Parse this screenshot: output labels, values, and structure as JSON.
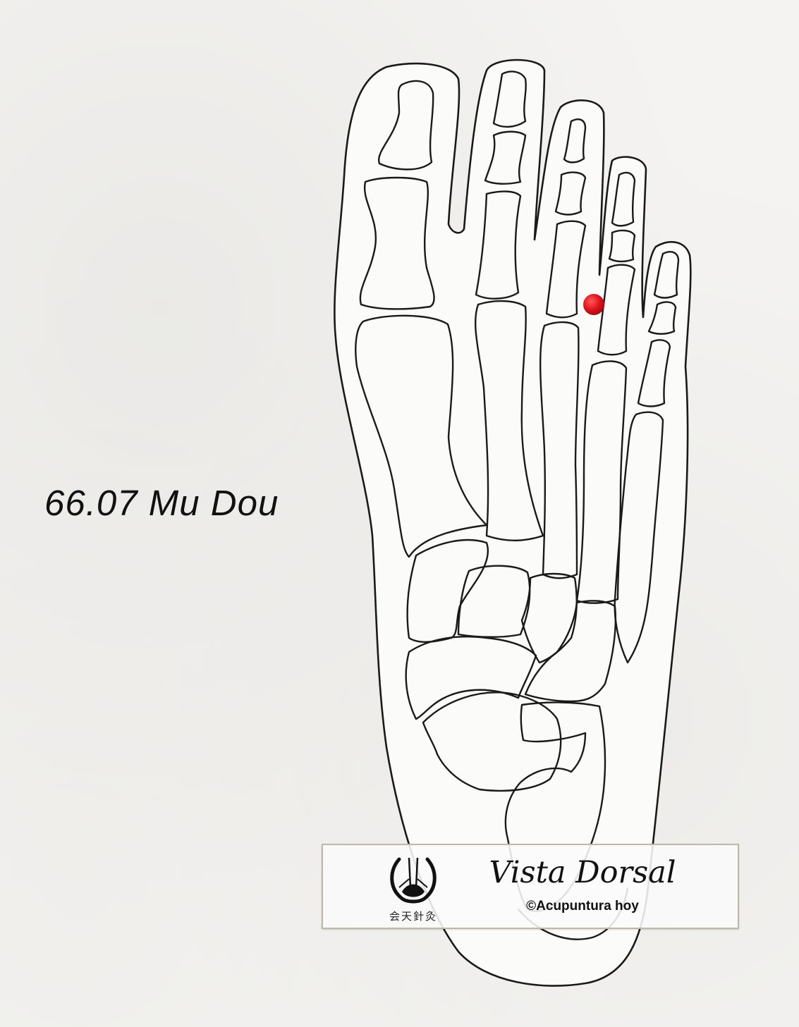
{
  "diagram": {
    "point_label": "66.07 Mu Dou",
    "view": "Vista Dorsal",
    "copyright": "©Acupuntura hoy",
    "logo_text": "針灸",
    "marker_color": "#e0141c"
  }
}
